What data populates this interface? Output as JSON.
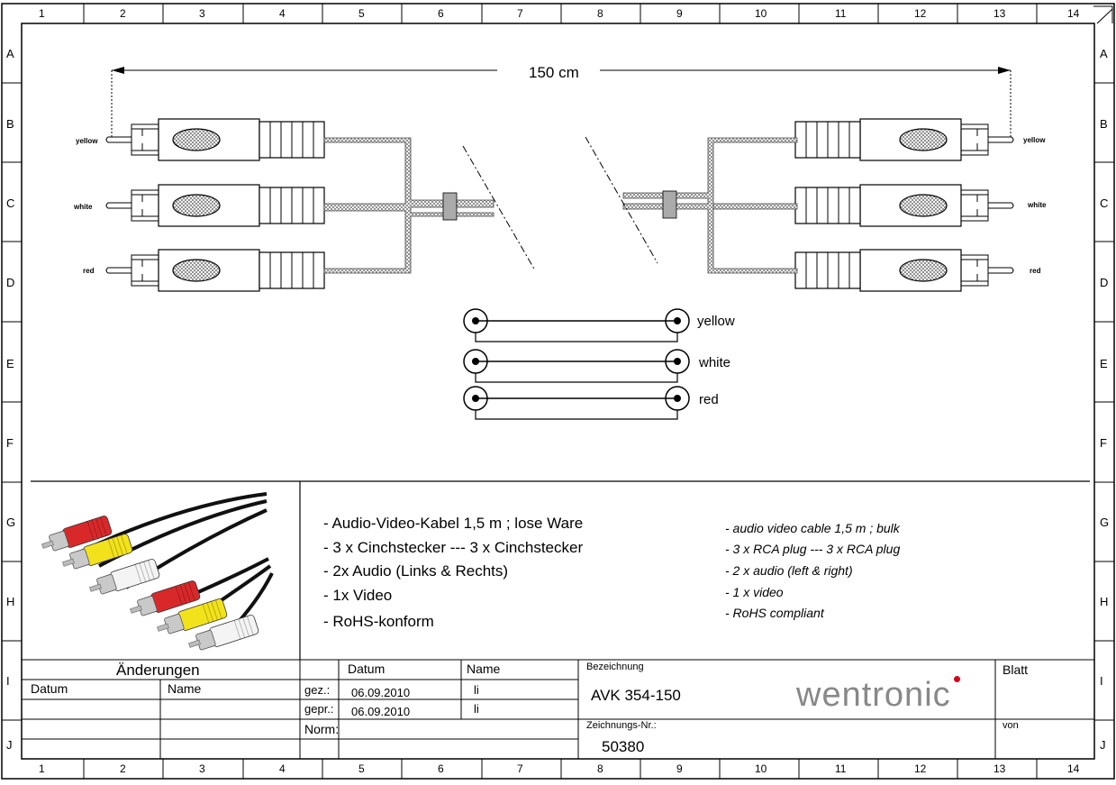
{
  "frame": {
    "columns": [
      "1",
      "2",
      "3",
      "4",
      "5",
      "6",
      "7",
      "8",
      "9",
      "10",
      "11",
      "12",
      "13",
      "14"
    ],
    "rows": [
      "A",
      "B",
      "C",
      "D",
      "E",
      "F",
      "G",
      "H",
      "I",
      "J"
    ]
  },
  "drawing": {
    "length_label": "150 cm",
    "plug_colors_left": [
      "yellow",
      "white",
      "red"
    ],
    "plug_colors_right": [
      "yellow",
      "white",
      "red"
    ],
    "schematic_labels": [
      "yellow",
      "white",
      "red"
    ]
  },
  "description_de": [
    "- Audio-Video-Kabel 1,5 m ; lose Ware",
    "- 3 x Cinchstecker --- 3 x Cinchstecker",
    "- 2x Audio (Links & Rechts)",
    "- 1x Video",
    "- RoHS-konform"
  ],
  "description_en": [
    "- audio video cable 1,5 m ; bulk",
    "- 3 x RCA plug --- 3 x RCA plug",
    "- 2 x audio (left & right)",
    "- 1 x video",
    "- RoHS compliant"
  ],
  "title_block": {
    "changes_header": "Änderungen",
    "changes_date": "Datum",
    "changes_name": "Name",
    "col_date": "Datum",
    "col_name": "Name",
    "drawn_label": "gez.:",
    "drawn_date": "06.09.2010",
    "drawn_name": "li",
    "checked_label": "gepr.:",
    "checked_date": "06.09.2010",
    "checked_name": "li",
    "norm_label": "Norm:",
    "designation_label": "Bezeichnung",
    "designation": "AVK 354-150",
    "drawing_no_label": "Zeichnungs-Nr.:",
    "drawing_no": "50380",
    "logo": "wentronic",
    "sheet_label": "Blatt",
    "of_label": "von"
  },
  "colors": {
    "rca_yellow": "#f2e21b",
    "rca_red": "#d8282a",
    "rca_white": "#f4f4f4",
    "logo_gray": "#888888",
    "logo_dot": "#d6001c"
  }
}
